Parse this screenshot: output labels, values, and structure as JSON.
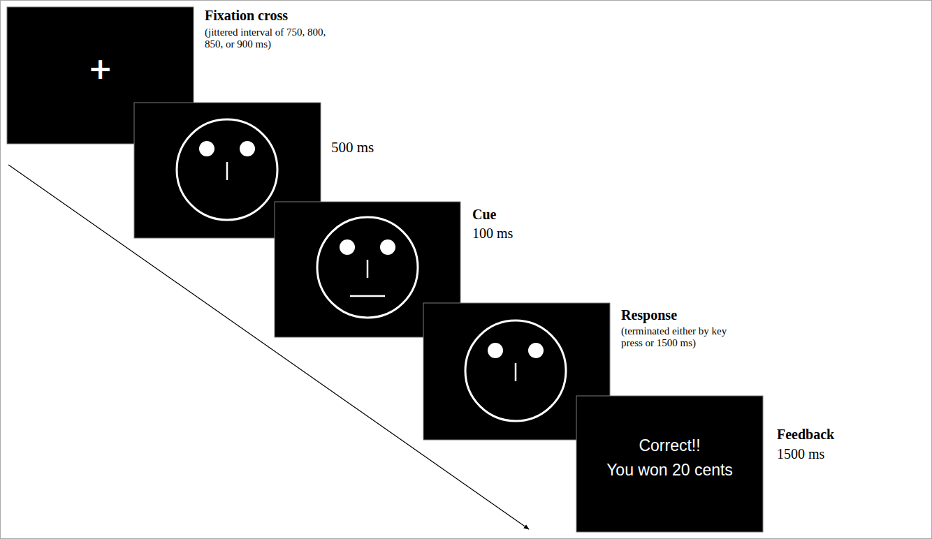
{
  "diagram": {
    "nodes": [
      {
        "text": [
          "+",
          "Fixation cross",
          "(jittered interval of 750, 800, 850, or 900 ms)"
        ]
      },
      {
        "text": [
          "500 ms"
        ]
      },
      {
        "text": [
          "Cue",
          "100 ms"
        ]
      },
      {
        "text": [
          "Response",
          "(terminated either by key press or 1500 ms)"
        ]
      },
      {
        "text": [
          "Correct!!",
          "You won 20 cents",
          "Feedback",
          "1500 ms"
        ]
      }
    ]
  }
}
